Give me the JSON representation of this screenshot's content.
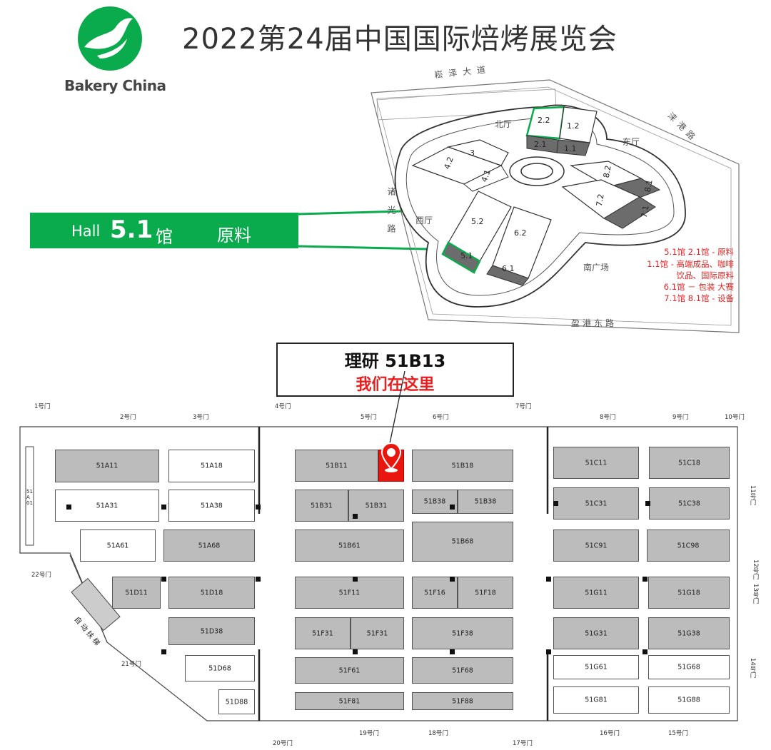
{
  "header": {
    "title": "2022第24届中国国际焙烤展览会",
    "brand": "Bakery China",
    "brand_color": "#0aab4c",
    "logo_icon": "bird-leaf-logo-icon"
  },
  "hall_banner": {
    "prefix": "Hall",
    "number": "5.1",
    "suffix": "馆",
    "category": "原料",
    "color": "#0aab4c"
  },
  "venue_map": {
    "roads": {
      "north": "崧泽大道",
      "east": "涞港路",
      "west": "诸光路",
      "south": "盈港东路"
    },
    "areas": {
      "north_hall": "北厅",
      "east_hall": "东厅",
      "west_hall": "西厅",
      "south_plaza": "南广场"
    },
    "halls": [
      "2.2",
      "1.2",
      "2.1",
      "1.1",
      "4.2",
      "3",
      "4.1",
      "8.2",
      "8.1",
      "7.2",
      "7.1",
      "5.2",
      "6.2",
      "5.1",
      "6.1"
    ]
  },
  "legend": {
    "color": "#e02424",
    "lines": [
      "5.1馆 2.1馆 - 原料",
      "1.1馆 - 高端成品、咖啡",
      "饮品、国际原料",
      "6.1馆 － 包装 大赛",
      "7.1馆 8.1馆 - 设备"
    ]
  },
  "callout": {
    "company_line": "理研 51B13",
    "here_line": "我们在这里",
    "here_color": "#e81e1e"
  },
  "floor_plan": {
    "escalator": "自动扶梯",
    "left_panel": "51A01",
    "doors": {
      "d1": "1号门",
      "d2": "2号门",
      "d3": "3号门",
      "d4": "4号门",
      "d5": "5号门",
      "d6": "6号门",
      "d7": "7号门",
      "d8": "8号门",
      "d9": "9号门",
      "d10": "10号门",
      "d11": "11号门",
      "d12": "12号门",
      "d13": "13号门",
      "d14": "14号门",
      "d15": "15号门",
      "d16": "16号门",
      "d17": "17号门",
      "d18": "18号门",
      "d19": "19号门",
      "d20": "20号门",
      "d21": "21号门",
      "d22": "22号门"
    },
    "booths": {
      "a11": "51A11",
      "a18": "51A18",
      "a31": "51A31",
      "a38": "51A38",
      "a61": "51A61",
      "a68": "51A68",
      "d11": "51D11",
      "d18": "51D18",
      "d38": "51D38",
      "d68": "51D68",
      "d88": "51D88",
      "b11": "51B11",
      "b18": "51B18",
      "b31a": "51B31",
      "b31b": "51B31",
      "b38a": "51B38",
      "b38b": "51B38",
      "b61": "51B61",
      "b68": "51B68",
      "f11": "51F11",
      "f16": "51F16",
      "f18": "51F18",
      "f31a": "51F31",
      "f31b": "51F31",
      "f38": "51F38",
      "f61": "51F61",
      "f68": "51F68",
      "f81": "51F81",
      "f88": "51F88",
      "c11": "51C11",
      "c18": "51C18",
      "c31": "51C31",
      "c38": "51C38",
      "c91": "51C91",
      "c98": "51C98",
      "g11": "51G11",
      "g18": "51G18",
      "g31": "51G31",
      "g38": "51G38",
      "g61": "51G61",
      "g68": "51G68",
      "g81": "51G81",
      "g88": "51G88"
    },
    "highlight_booth": "51B13",
    "highlight_color": "#e8160e",
    "marker_icon": "location-pin-icon"
  }
}
